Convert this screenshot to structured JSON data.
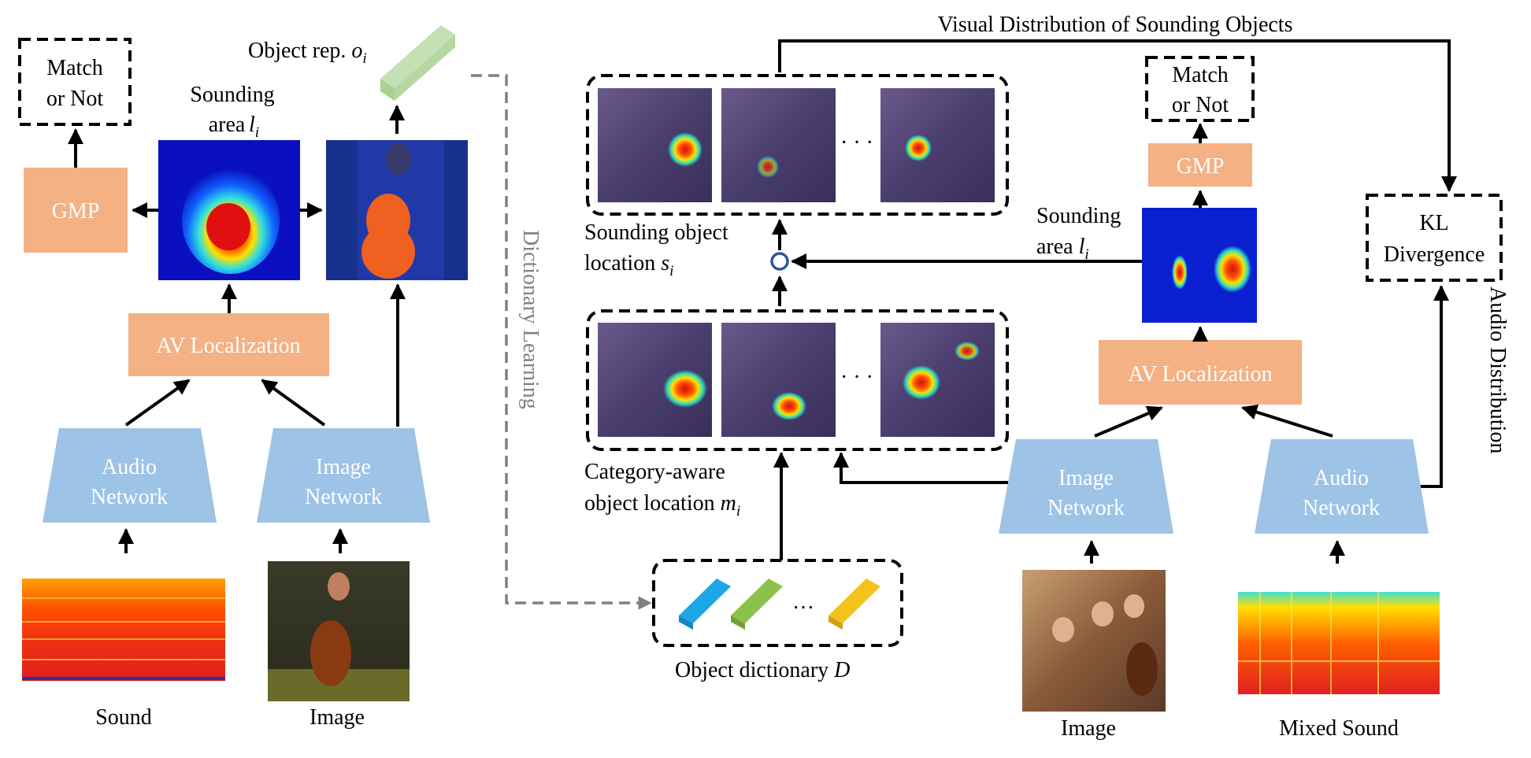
{
  "left": {
    "match_label_1": "Match",
    "match_label_2": "or Not",
    "gmp": "GMP",
    "sounding_area_1": "Sounding",
    "sounding_area_2": "area",
    "sounding_area_var": "l",
    "sounding_area_sub": "i",
    "object_rep": "Object rep.",
    "object_rep_var": "o",
    "object_rep_sub": "i",
    "av_localization": "AV Localization",
    "audio_network_1": "Audio",
    "audio_network_2": "Network",
    "image_network_1": "Image",
    "image_network_2": "Network",
    "sound_caption": "Sound",
    "image_caption": "Image"
  },
  "middle": {
    "dictionary_learning": "Dictionary Learning",
    "sounding_object_location_1": "Sounding object",
    "sounding_object_location_2": "location",
    "sounding_object_var": "s",
    "sounding_object_sub": "i",
    "category_aware_1": "Category-aware",
    "category_aware_2": "object location",
    "category_aware_var": "m",
    "category_aware_sub": "i",
    "ellipsis": "· · ·",
    "dict_ellipsis": "…",
    "object_dictionary": "Object dictionary",
    "object_dictionary_var": "D"
  },
  "right": {
    "visual_distribution": "Visual Distribution of Sounding Objects",
    "match_label_1": "Match",
    "match_label_2": "or Not",
    "gmp": "GMP",
    "sounding_area_1": "Sounding",
    "sounding_area_2": "area",
    "sounding_area_var": "l",
    "sounding_area_sub": "i",
    "kl_1": "KL",
    "kl_2": "Divergence",
    "audio_distribution": "Audio Distribution",
    "av_localization": "AV Localization",
    "image_network_1": "Image",
    "image_network_2": "Network",
    "audio_network_1": "Audio",
    "audio_network_2": "Network",
    "image_caption": "Image",
    "mixed_sound_caption": "Mixed Sound"
  },
  "colors": {
    "module_orange": "#F4B183",
    "network_blue": "#9DC3E6",
    "object_rep_green": "#C5E0B4",
    "dict_cyan": "#1CA6E6",
    "dict_green": "#8BC34A",
    "dict_yellow": "#F5C21B",
    "dashed_gray": "#808080"
  }
}
